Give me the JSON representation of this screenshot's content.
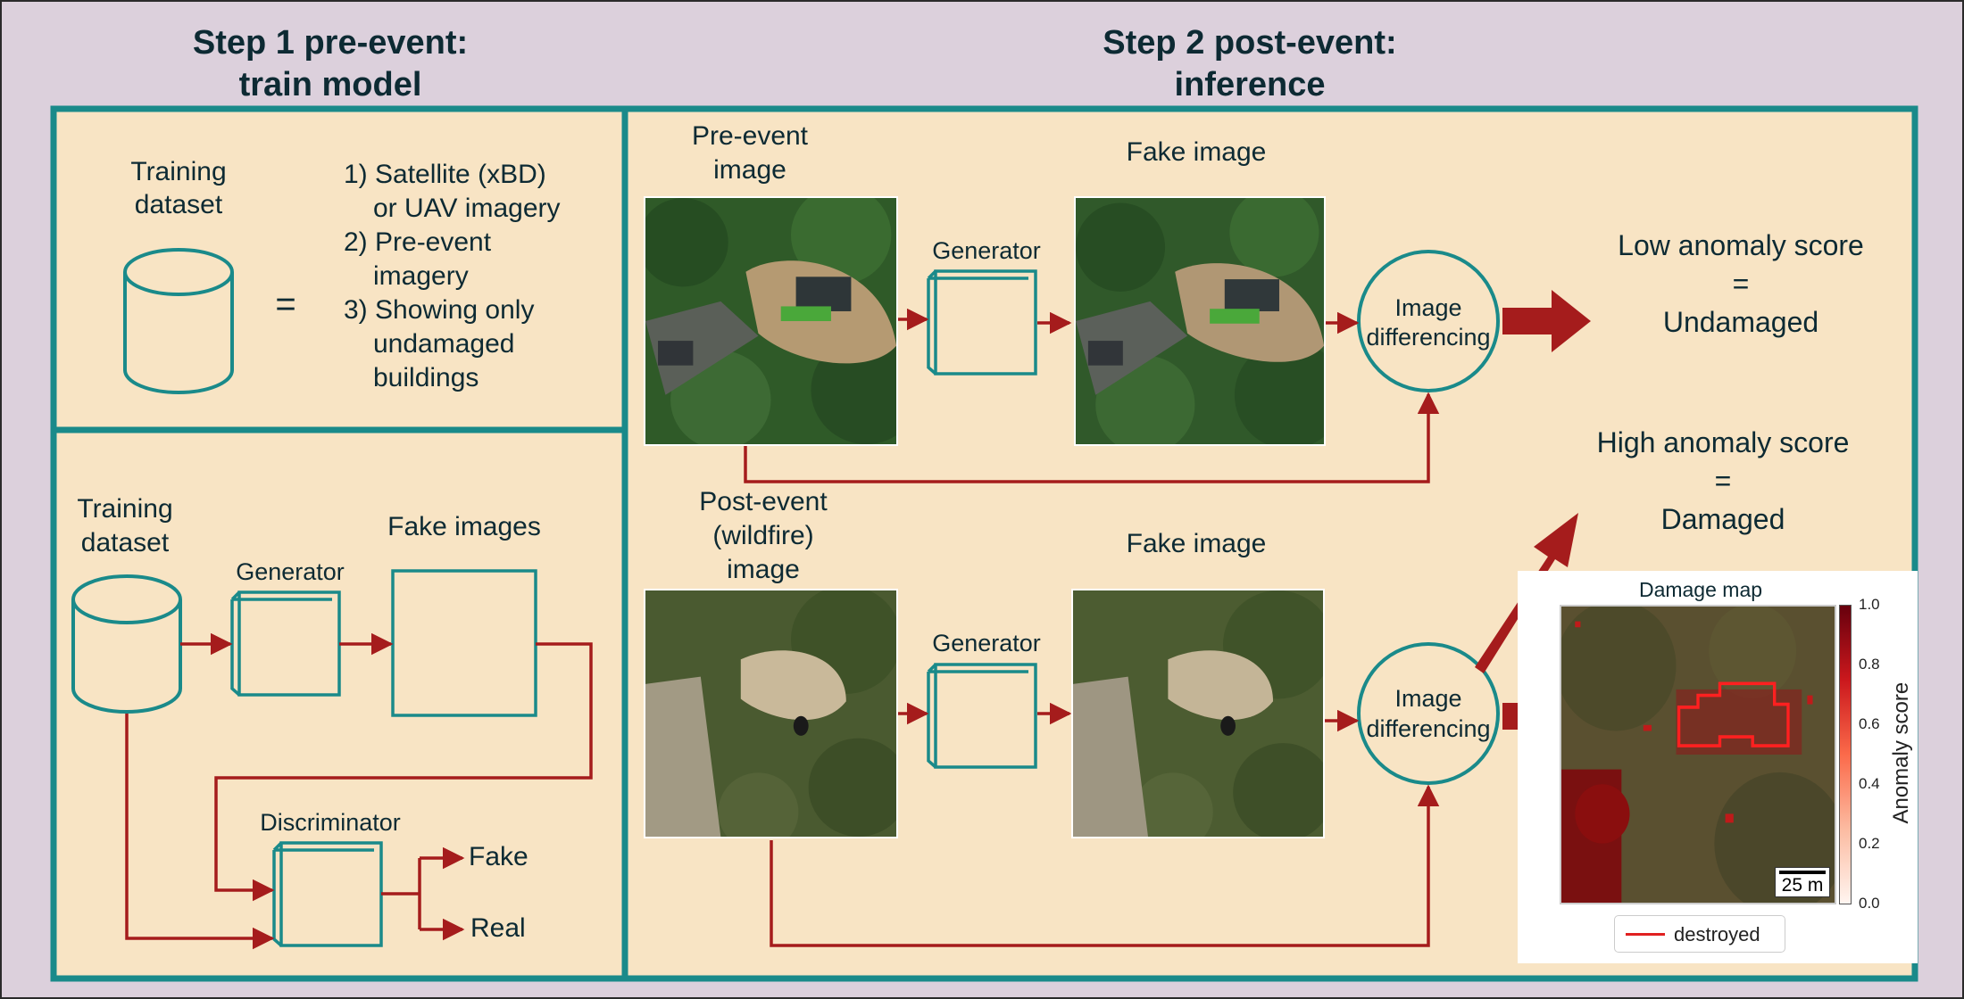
{
  "step1": {
    "title_line1": "Step 1 pre-event:",
    "title_line2": "train model"
  },
  "step2": {
    "title_line1": "Step 2 post-event:",
    "title_line2": "inference"
  },
  "training_dataset_box": {
    "label_line1": "Training",
    "label_line2": "dataset",
    "equals": "=",
    "criteria": [
      "1) Satellite (xBD)",
      "or UAV imagery",
      "2) Pre-event",
      "imagery",
      "3) Showing only",
      "undamaged",
      "buildings"
    ]
  },
  "gan_box": {
    "dataset_line1": "Training",
    "dataset_line2": "dataset",
    "generator": "Generator",
    "fake_images": "Fake images",
    "discriminator": "Discriminator",
    "fake": "Fake",
    "real": "Real"
  },
  "inference_top": {
    "pre_event_line1": "Pre-event",
    "pre_event_line2": "image",
    "fake_image": "Fake image",
    "generator": "Generator",
    "differencing_line1": "Image",
    "differencing_line2": "differencing",
    "result_line1": "Low anomaly score",
    "result_line2": "=",
    "result_line3": "Undamaged"
  },
  "inference_bottom": {
    "post_event_line1": "Post-event",
    "post_event_line2": "(wildfire)",
    "post_event_line3": "image",
    "fake_image": "Fake image",
    "generator": "Generator",
    "differencing_line1": "Image",
    "differencing_line2": "differencing",
    "result_line1": "High anomaly score",
    "result_line2": "=",
    "result_line3": "Damaged"
  },
  "damage_map": {
    "title": "Damage map",
    "colorbar_label": "Anomaly score",
    "colorbar_ticks": [
      "1.0",
      "0.8",
      "0.6",
      "0.4",
      "0.2",
      "0.0"
    ],
    "scale_bar": "25 m",
    "legend_label": "destroyed"
  },
  "colors": {
    "background": "#dcd0dc",
    "panel": "#f8e4c4",
    "teal": "#1a8a8a",
    "arrow": "#a51c1c",
    "text": "#0d2a33"
  }
}
